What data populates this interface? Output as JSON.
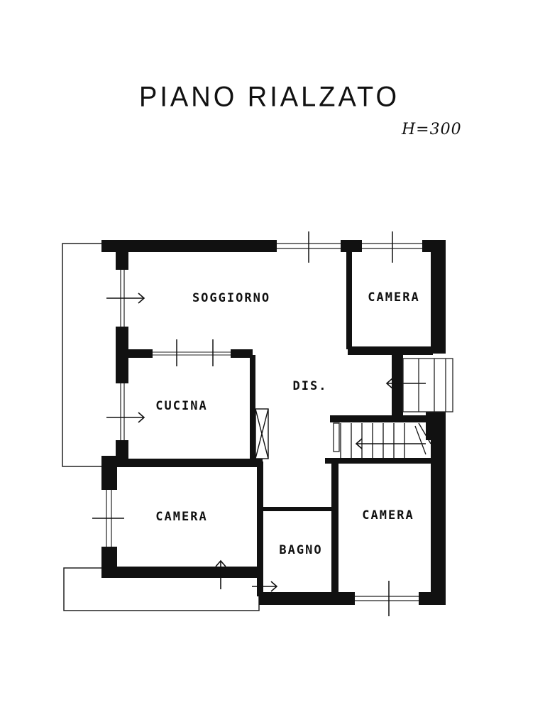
{
  "title": "PIANO RIALZATO",
  "height_note": "H=300",
  "rooms": {
    "soggiorno": "SOGGIORNO",
    "camera_top": "CAMERA",
    "cucina": "CUCINA",
    "dis": "DIS.",
    "camera_left": "CAMERA",
    "bagno": "BAGNO",
    "camera_right": "CAMERA"
  }
}
